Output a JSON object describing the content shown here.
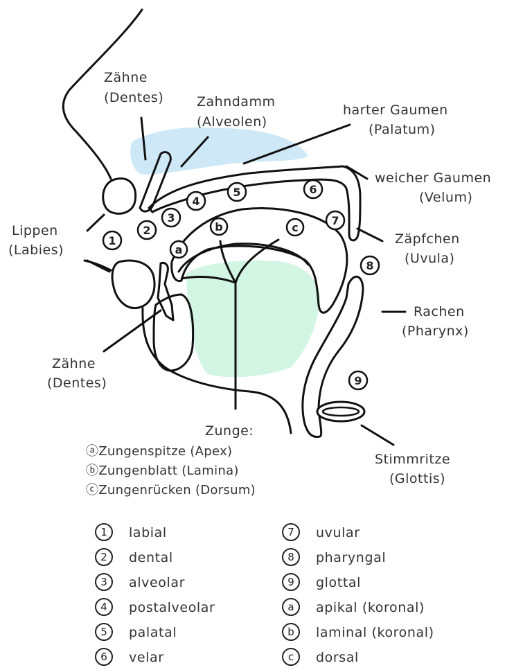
{
  "colors": {
    "palate_region": "#cfe8f7",
    "lips": "#ee8ed9",
    "teeth_lower": "#d9a6f5",
    "tongue": "#f07c70",
    "oral_cavity": "#d3f5e4",
    "velum": "#f4c97f",
    "pharynx": "#7ded9f",
    "outline": "#111111"
  },
  "labels": {
    "teeth_upper": [
      "Zähne",
      "(Dentes)"
    ],
    "alveoli": [
      "Zahndamm",
      "(Alveolen)"
    ],
    "hard_palate": [
      "harter Gaumen",
      "(Palatum)"
    ],
    "soft_palate": [
      "weicher Gaumen",
      "(Velum)"
    ],
    "uvula": [
      "Zäpfchen",
      "(Uvula)"
    ],
    "lips": [
      "Lippen",
      "(Labies)"
    ],
    "pharynx": [
      "Rachen",
      "(Pharynx)"
    ],
    "teeth_lower": [
      "Zähne",
      "(Dentes)"
    ],
    "glottis": [
      "Stimmritze",
      "(Glottis)"
    ]
  },
  "tongue": {
    "title": "Zunge:",
    "parts": [
      "ⓐZungenspitze (Apex)",
      "ⓑZungenblatt (Lamina)",
      "ⓒZungenrücken (Dorsum)"
    ]
  },
  "markers": {
    "m1": "1",
    "m2": "2",
    "m3": "3",
    "m4": "4",
    "m5": "5",
    "m6": "6",
    "m7": "7",
    "m8": "8",
    "m9": "9",
    "ma": "a",
    "mb": "b",
    "mc": "c"
  },
  "legend": [
    {
      "symbol": "1",
      "text": "labial"
    },
    {
      "symbol": "2",
      "text": "dental"
    },
    {
      "symbol": "3",
      "text": "alveolar"
    },
    {
      "symbol": "4",
      "text": "postalveolar"
    },
    {
      "symbol": "5",
      "text": "palatal"
    },
    {
      "symbol": "6",
      "text": "velar"
    },
    {
      "symbol": "7",
      "text": "uvular"
    },
    {
      "symbol": "8",
      "text": "pharyngal"
    },
    {
      "symbol": "9",
      "text": "glottal"
    },
    {
      "symbol": "a",
      "text": "apikal (koronal)"
    },
    {
      "symbol": "b",
      "text": "laminal (koronal)"
    },
    {
      "symbol": "c",
      "text": "dorsal"
    }
  ]
}
